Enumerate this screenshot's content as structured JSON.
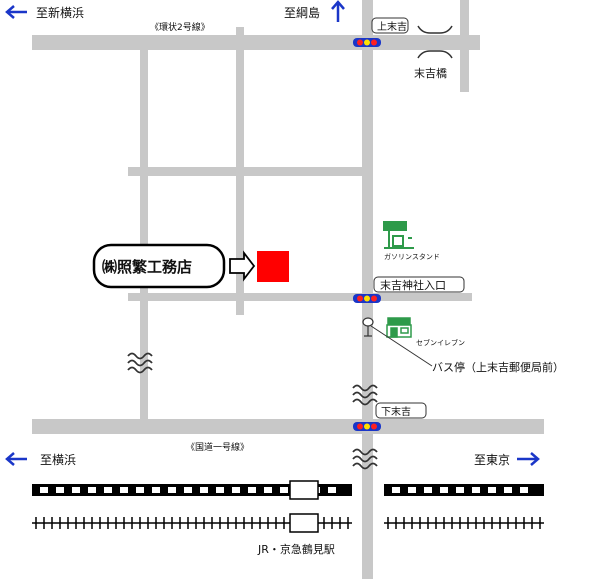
{
  "directions": {
    "shin_yokohama": "至新横浜",
    "tsunashima": "至綱島",
    "yokohama": "至横浜",
    "tokyo": "至東京"
  },
  "roads": {
    "ring2": "《環状2号線》",
    "national1": "《国道一号線》"
  },
  "places": {
    "sueyoshi_bridge": "末吉橋",
    "gas_station": "ガソリンスタンド",
    "seven_eleven": "セブンイレブン",
    "bus_stop": "バス停（上末吉郵便局前）",
    "station": "JR・京急鶴見駅"
  },
  "signals": {
    "kami_sueyoshi": "上末吉",
    "sueyoshi_shrine": "末吉神社入口",
    "shimo_sueyoshi": "下末吉"
  },
  "company": {
    "name": "㈱照繁工務店"
  },
  "colors": {
    "road": "#c8c8c8",
    "arrow_blue": "#1a36c8",
    "marker_red": "#ff0000",
    "store_green": "#2e9a4a",
    "signal_body": "#1a36c8",
    "signal_lights": [
      "#ff2020",
      "#ffe000",
      "#ff2020"
    ]
  },
  "icons": {
    "left_arrow": "left-arrow-icon",
    "up_arrow": "up-arrow-icon",
    "right_arrow": "right-arrow-icon",
    "river": "river-wave-icon",
    "traffic_signal": "traffic-signal-icon",
    "gas_station": "gas-station-icon",
    "convenience_store": "convenience-store-icon",
    "bus_stop": "bus-stop-icon",
    "bridge": "bridge-icon",
    "pointer_arrow": "pointer-arrow-icon"
  }
}
